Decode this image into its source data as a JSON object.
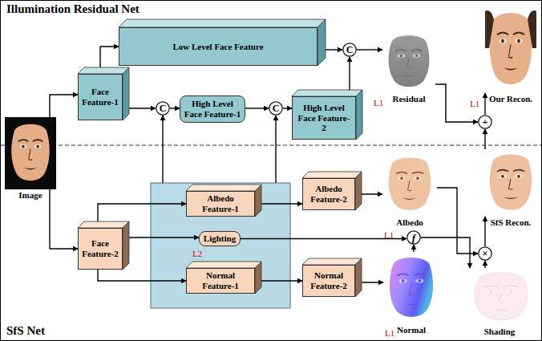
{
  "diagram": {
    "nodes": [
      {
        "text": [
          "Illumination Residual Net"
        ]
      },
      {
        "text": [
          "Face Feature-1"
        ],
        "in": 0
      },
      {
        "text": [
          "Low Level Face Feature"
        ],
        "in": 0
      },
      {
        "text": [
          "C"
        ],
        "in": 0
      },
      {
        "text": [
          "High Level Face Feature-1"
        ],
        "in": 0
      },
      {
        "text": [
          "C"
        ],
        "in": 0
      },
      {
        "text": [
          "High Level Face Feature-2"
        ],
        "in": 0
      },
      {
        "text": [
          "C"
        ],
        "in": 0
      },
      {
        "text": [
          "Residual"
        ],
        "in": 0
      },
      {
        "text": [
          "Our Recon."
        ],
        "in": 0
      },
      {
        "text": [
          "+"
        ],
        "in": 0
      },
      {
        "text": [
          "Image"
        ]
      },
      {
        "text": [
          "SfS Net"
        ]
      },
      {
        "text": [
          "Face Feature-2"
        ],
        "in": 12
      },
      {
        "text": [
          "Albedo Feature-1"
        ],
        "in": 12
      },
      {
        "text": [
          "Lighting"
        ],
        "in": 12
      },
      {
        "text": [
          "Normal Feature-1"
        ],
        "in": 12
      },
      {
        "text": [
          "Albedo Feature-2"
        ],
        "in": 12
      },
      {
        "text": [
          "Normal Feature-2"
        ],
        "in": 12
      },
      {
        "text": [
          "Albedo"
        ],
        "in": 12
      },
      {
        "text": [
          "SfS Recon."
        ],
        "in": 12
      },
      {
        "text": [
          "×"
        ],
        "in": 12
      },
      {
        "text": [
          "f"
        ],
        "in": 12
      },
      {
        "text": [
          "Normal"
        ],
        "in": 12
      },
      {
        "text": [
          "Shading"
        ],
        "in": 12
      }
    ],
    "edges": [
      {
        "from": 11,
        "to": 1,
        "arrow": "to"
      },
      {
        "from": 1,
        "to": 2,
        "arrow": "to"
      },
      {
        "from": 1,
        "to": 3,
        "arrow": "to"
      },
      {
        "from": 3,
        "to": 4,
        "arrow": "to"
      },
      {
        "from": 4,
        "to": 5,
        "arrow": "to"
      },
      {
        "from": 5,
        "to": 6,
        "arrow": "to"
      },
      {
        "from": 2,
        "to": 7,
        "arrow": "to"
      },
      {
        "from": 6,
        "to": 7,
        "arrow": "to"
      },
      {
        "from": 7,
        "to": 8,
        "arrow": "to"
      },
      {
        "from": 8,
        "to": 10,
        "arrow": "to"
      },
      {
        "from": 10,
        "to": 9,
        "arrow": "to"
      },
      {
        "from": 20,
        "to": 10,
        "arrow": "to"
      },
      {
        "from": 11,
        "to": 13,
        "arrow": "to"
      },
      {
        "from": 13,
        "to": 14,
        "arrow": "to"
      },
      {
        "from": 13,
        "to": 15,
        "arrow": "to"
      },
      {
        "from": 13,
        "to": 16,
        "arrow": "to"
      },
      {
        "from": 14,
        "to": 17,
        "arrow": "to"
      },
      {
        "from": 16,
        "to": 18,
        "arrow": "to"
      },
      {
        "from": 17,
        "to": 19,
        "arrow": "to"
      },
      {
        "from": 18,
        "to": 23,
        "arrow": "to"
      },
      {
        "from": 15,
        "to": 22,
        "arrow": "to"
      },
      {
        "from": 23,
        "to": 22,
        "arrow": "to"
      },
      {
        "from": 22,
        "to": 24,
        "arrow": "to"
      },
      {
        "from": 19,
        "to": 21,
        "arrow": "to"
      },
      {
        "from": 24,
        "to": 21,
        "arrow": "to"
      },
      {
        "from": 21,
        "to": 20,
        "arrow": "to"
      }
    ],
    "labels": [
      "L1",
      "L1",
      "L1",
      "L2",
      "L1"
    ]
  }
}
